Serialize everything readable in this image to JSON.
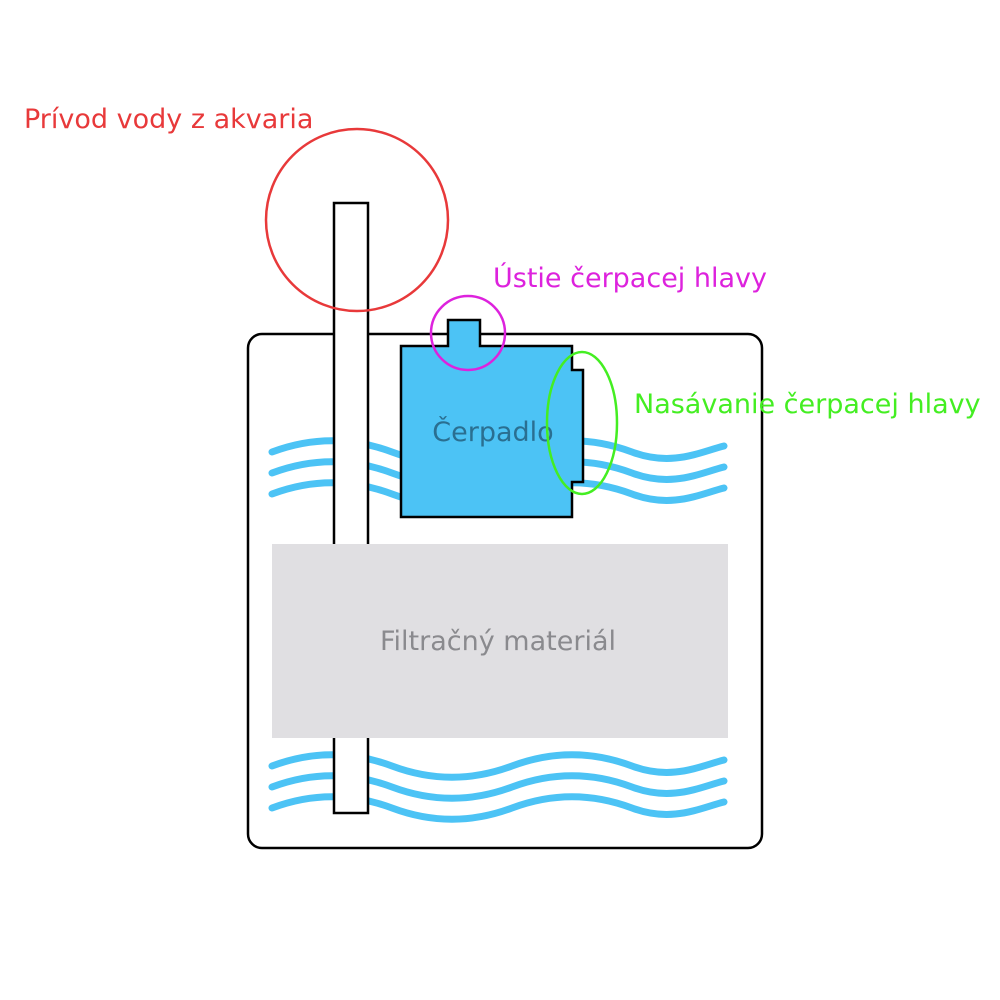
{
  "labels": {
    "inlet": "Prívod vody z akvaria",
    "outlet": "Ústie čerpacej hlavy",
    "suction": "Nasávanie čerpacej hlavy",
    "pump": "Čerpadlo",
    "filter": "Filtračný materiál"
  },
  "colors": {
    "inlet": "#e8393a",
    "outlet": "#dd22dd",
    "suction": "#44ee22",
    "water": "#4cc3f5",
    "pump_fill": "#4cc3f5",
    "pump_text": "#2a6f91",
    "filter_fill": "#e0dfe2",
    "filter_text": "#8a8a8e",
    "outline": "#000000"
  }
}
